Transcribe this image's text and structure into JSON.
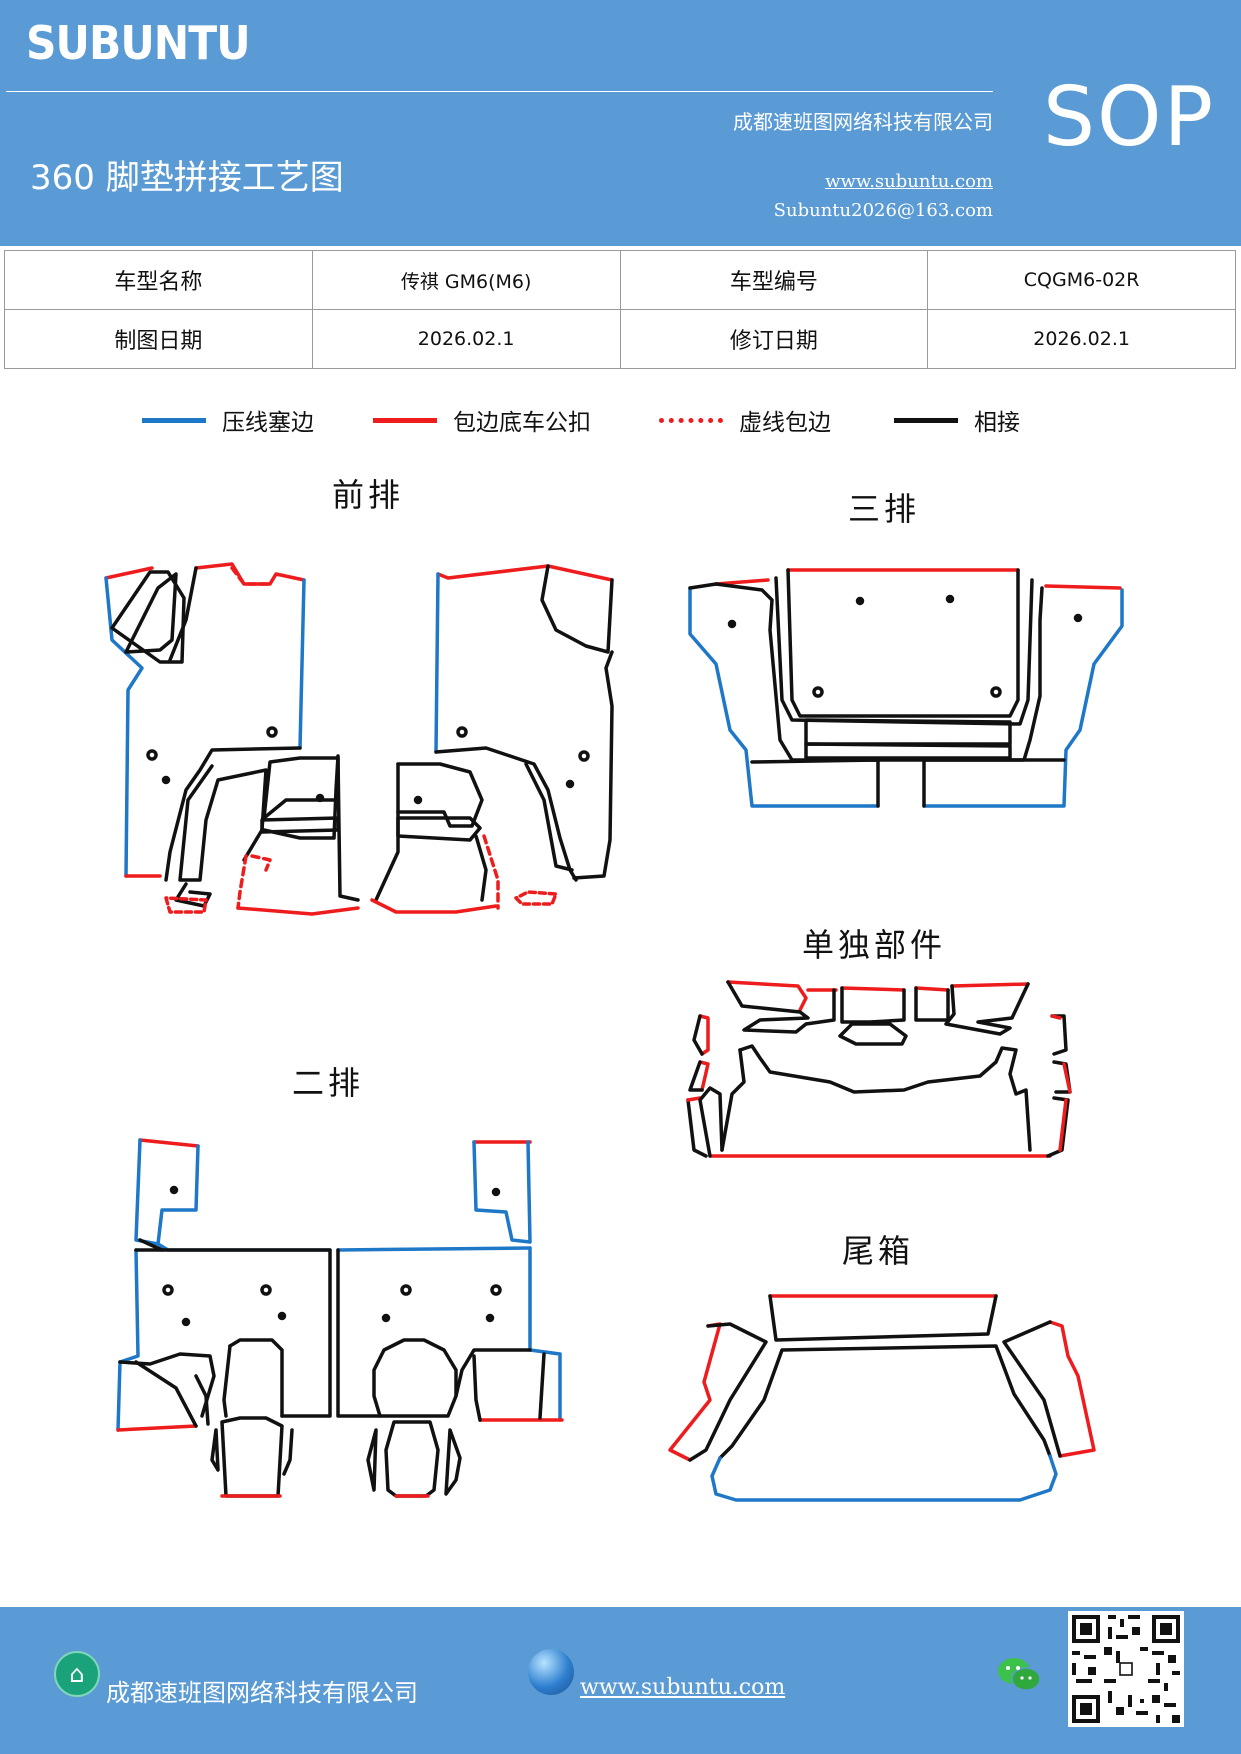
{
  "header": {
    "brand": "SUBUNTU",
    "company": "成都速班图网络科技有限公司",
    "title": "360 脚垫拼接工艺图",
    "website": "www.subuntu.com",
    "email": "Subuntu2026@163.com",
    "doc_type": "SOP"
  },
  "info_table": {
    "row1": {
      "label1": "车型名称",
      "value1": "传祺 GM6(M6)",
      "label2": "车型编号",
      "value2": "CQGM6-02R"
    },
    "row2": {
      "label1": "制图日期",
      "value1": "2026.02.1",
      "label2": "修订日期",
      "value2": "2026.02.1"
    }
  },
  "legend": [
    {
      "label": "压线塞边",
      "color": "#1f77c8",
      "style": "solid"
    },
    {
      "label": "包边底车公扣",
      "color": "#ee1c1c",
      "style": "solid"
    },
    {
      "label": "虚线包边",
      "color": "#ee1c1c",
      "style": "dotted"
    },
    {
      "label": "相接",
      "color": "#111111",
      "style": "solid"
    }
  ],
  "sections": {
    "front": "前排",
    "third": "三排",
    "single": "单独部件",
    "second": "二排",
    "trunk": "尾箱"
  },
  "footer": {
    "company": "成都速班图网络科技有限公司",
    "website": "www.subuntu.com",
    "icons": [
      "home-icon",
      "globe-icon",
      "wechat-icon",
      "qr-code"
    ]
  }
}
